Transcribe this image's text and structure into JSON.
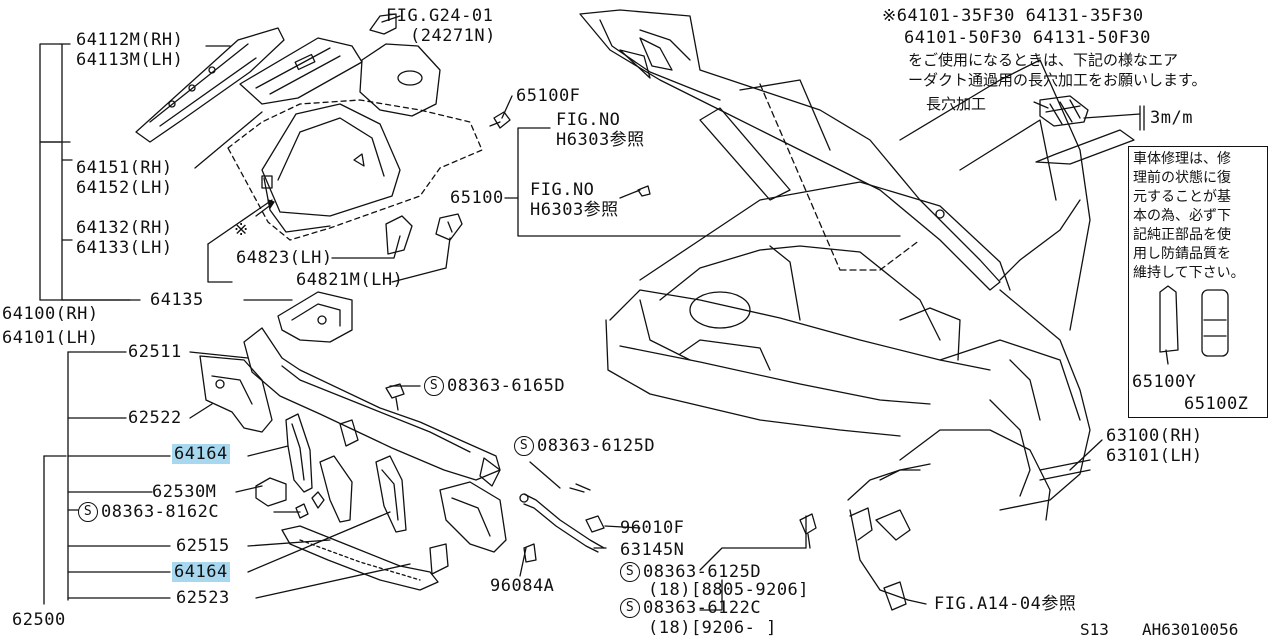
{
  "diagram": {
    "highlight_color": "#a8d8f0",
    "footer": {
      "model": "S13",
      "figure_code": "AH63010056"
    },
    "note": {
      "codes_line1": "※64101-35F30  64131-35F30",
      "codes_line2": "64101-50F30  64131-50F30",
      "text_line1": "をご使用になるときは、下記の様なエア",
      "text_line2": "ーダクト通過用の長穴加工をお願いします。",
      "slot_label": "長穴加工",
      "dimension": "3m/m"
    },
    "repair_box": {
      "lines": [
        "車体修理は、修",
        "理前の状態に復",
        "元することが基",
        "本の為、必ず下",
        "記純正部品を使",
        "用し防錆品質を",
        "維持して下さい。"
      ],
      "item1": "65100Y",
      "item2": "65100Z"
    },
    "callouts": {
      "fig_g24": "FIG.G24-01",
      "fig_g24_part": "(24271N)",
      "p64112m": "64112M(RH)",
      "p64113m": "64113M(LH)",
      "p65100f": "65100F",
      "fig_no_1": "FIG.NO",
      "fig_no_1_ref": "H6303参照",
      "fig_no_2": "FIG.NO",
      "fig_no_2_ref": "H6303参照",
      "p65100": "65100",
      "p64151": "64151(RH)",
      "p64152": "64152(LH)",
      "p64132": "64132(RH)",
      "p64133": "64133(LH)",
      "asterisk": "※",
      "p64823": "64823(LH)",
      "p64821m": "64821M(LH)",
      "p64135": "64135",
      "p64100": "64100(RH)",
      "p64101": "64101(LH)",
      "p62511": "62511",
      "s08363_6165d": "08363-6165D",
      "p62522": "62522",
      "p64164_a": "64164",
      "s08363_6125d_a": "08363-6125D",
      "p62530m": "62530M",
      "s08363_8162c": "08363-8162C",
      "p96010f": "96010F",
      "p62515": "62515",
      "p63145n": "63145N",
      "p64164_b": "64164",
      "s08363_6125d_b": "08363-6125D",
      "s08363_6125d_b_range": "(18)[8805-9206]",
      "p96084a": "96084A",
      "p62523": "62523",
      "s08363_6122c": "08363-6122C",
      "s08363_6122c_range": "(18)[9206-      ]",
      "p62500": "62500",
      "p63100": "63100(RH)",
      "p63101": "63101(LH)",
      "fig_a14": "FIG.A14-04参照",
      "screw_symbol": "S"
    }
  }
}
